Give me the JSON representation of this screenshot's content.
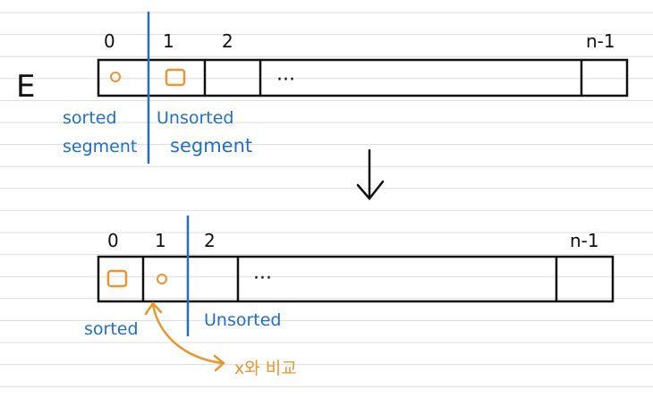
{
  "colors": {
    "ink": "#111111",
    "divider": "#1f6fc9",
    "highlight": "#e8962e",
    "ruled_line": "#dcdcdc"
  },
  "array_label": "E",
  "top": {
    "indices": [
      "0",
      "1",
      "2",
      "n-1"
    ],
    "ellipsis": "···",
    "sorted_label_line1": "sorted",
    "sorted_label_line2": "segment",
    "unsorted_label_line1": "Unsorted",
    "unsorted_label_line2": "segment"
  },
  "arrow_symbol": "down-arrow",
  "bottom": {
    "indices": [
      "0",
      "1",
      "2",
      "n-1"
    ],
    "ellipsis": "···",
    "sorted_label": "sorted",
    "unsorted_label": "Unsorted",
    "compare_note": "x와 비교"
  }
}
